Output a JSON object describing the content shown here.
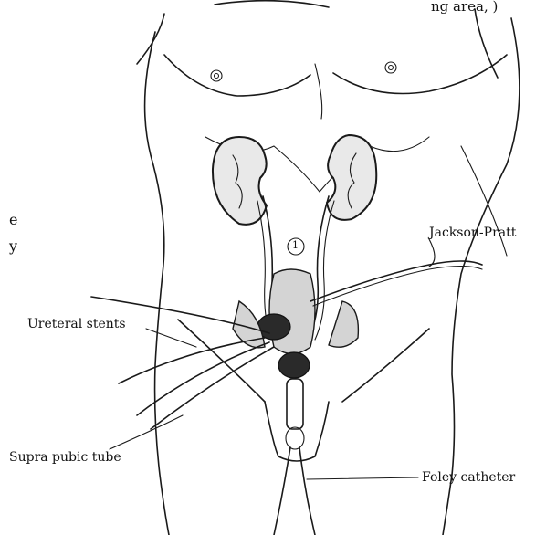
{
  "labels": {
    "top_partial": "ng area, )",
    "left_partial_1": "e",
    "left_partial_2": "y",
    "jackson_pratt": "Jackson-Pratt",
    "ureteral_stents": "Ureteral stents",
    "supra_pubic_tube": "Supra pubic tube",
    "foley_catheter": "Foley catheter",
    "circle_marker": "1"
  }
}
